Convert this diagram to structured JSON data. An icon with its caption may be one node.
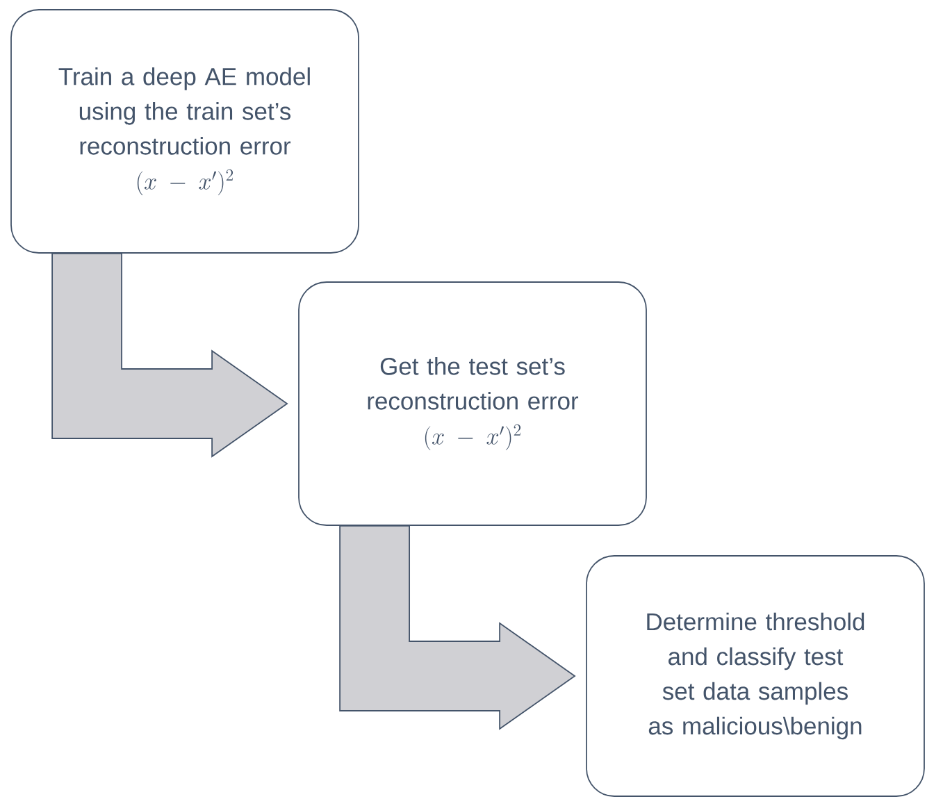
{
  "diagram": {
    "nodes": [
      {
        "text": [
          "Train a deep AE model using the train set’s reconstruction error",
          "(x-x')^2"
        ]
      },
      {
        "text": [
          "Get the test set’s reconstruction error",
          "(x-x')^2"
        ]
      },
      {
        "text": [
          "Determine threshold and classify test set data samples as malicious\\benign"
        ]
      }
    ],
    "edges": [
      {
        "from": 0,
        "to": 1,
        "arrow": "to"
      },
      {
        "from": 1,
        "to": 2,
        "arrow": "to"
      }
    ]
  }
}
